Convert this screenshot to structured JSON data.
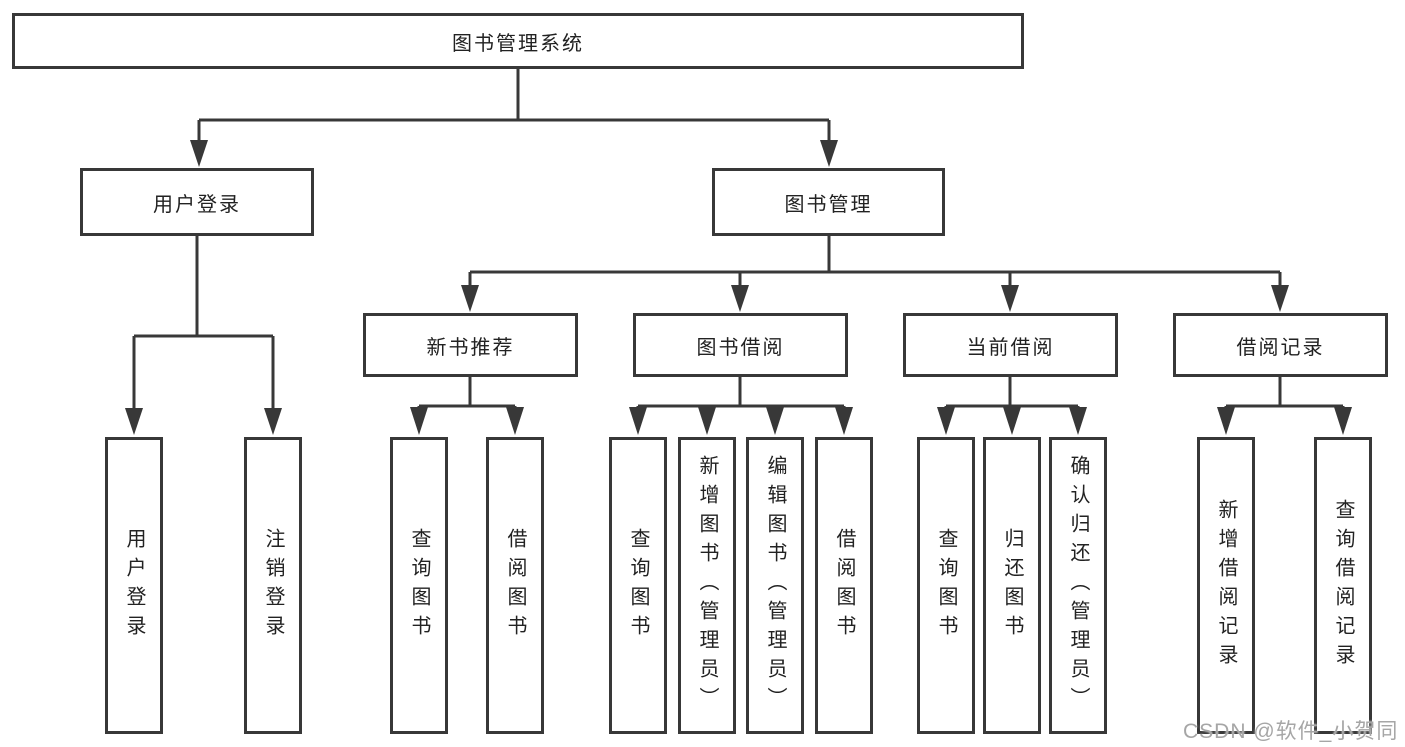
{
  "nodes": {
    "root": {
      "label": "图书管理系统"
    },
    "user_login": {
      "label": "用户登录",
      "children": [
        {
          "label": "用户登录"
        },
        {
          "label": "注销登录"
        }
      ]
    },
    "book_mgmt": {
      "label": "图书管理",
      "children": [
        {
          "label": "新书推荐",
          "children": [
            {
              "label": "查询图书"
            },
            {
              "label": "借阅图书"
            }
          ]
        },
        {
          "label": "图书借阅",
          "children": [
            {
              "label": "查询图书"
            },
            {
              "label": "新增图书（管理员）"
            },
            {
              "label": "编辑图书（管理员）"
            },
            {
              "label": "借阅图书"
            }
          ]
        },
        {
          "label": "当前借阅",
          "children": [
            {
              "label": "查询图书"
            },
            {
              "label": "归还图书"
            },
            {
              "label": "确认归还（管理员）"
            }
          ]
        },
        {
          "label": "借阅记录",
          "children": [
            {
              "label": "新增借阅记录"
            },
            {
              "label": "查询借阅记录"
            }
          ]
        }
      ]
    },
    "watermark": {
      "text": "CSDN @软件_小贺同学"
    },
    "colors": {
      "line": "#383838",
      "box_border": "#383838",
      "text": "#222222",
      "watermark": "#a6a6a6",
      "background": "#ffffff"
    }
  }
}
